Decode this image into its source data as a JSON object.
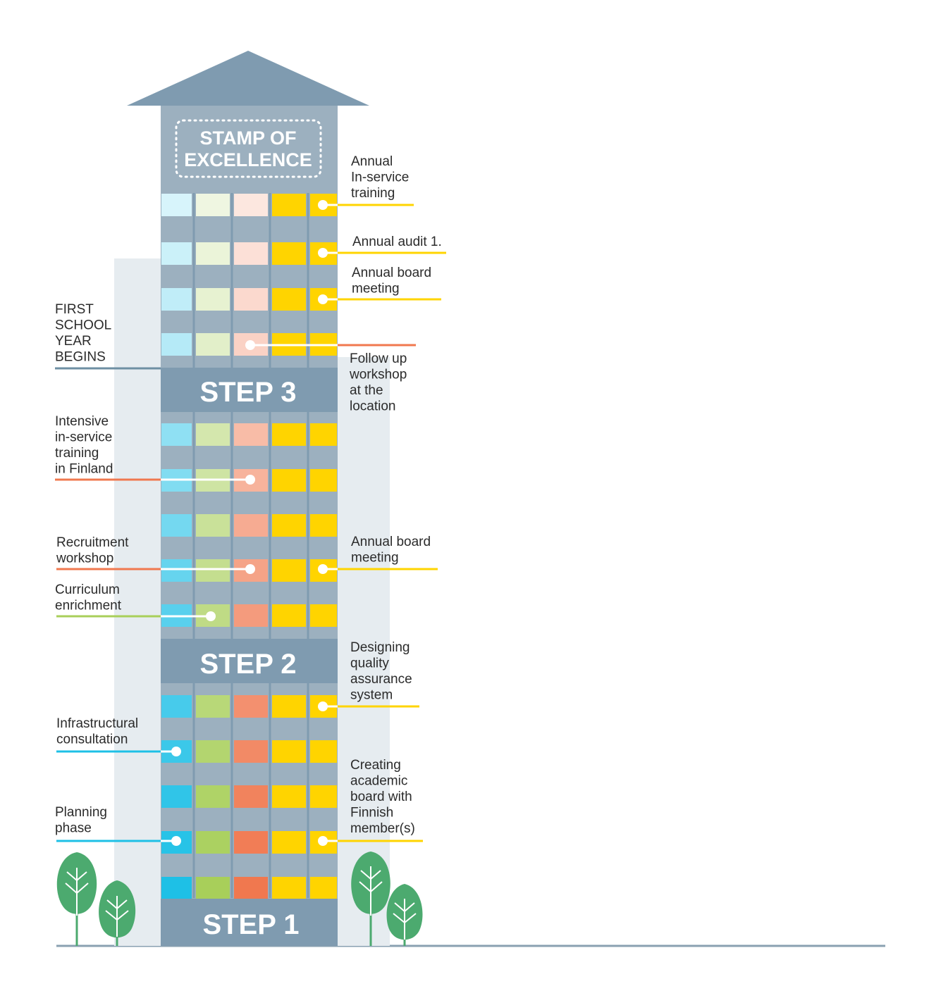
{
  "stamp": {
    "line1": "STAMP OF",
    "line2": "EXCELLENCE"
  },
  "steps": {
    "step1": "STEP 1",
    "step2": "STEP 2",
    "step3": "STEP 3"
  },
  "labels": {
    "annual_inservice": [
      "Annual",
      "In-service",
      "training"
    ],
    "annual_audit": [
      "Annual audit 1."
    ],
    "annual_board_top": [
      "Annual board",
      "meeting"
    ],
    "first_school_year": [
      "FIRST",
      "SCHOOL",
      "YEAR",
      "BEGINS"
    ],
    "follow_up": [
      "Follow up",
      "workshop",
      "at the",
      "location"
    ],
    "intensive": [
      "Intensive",
      "in-service",
      "training",
      "in Finland"
    ],
    "recruitment": [
      "Recruitment",
      "workshop"
    ],
    "annual_board_mid": [
      "Annual board",
      "meeting"
    ],
    "curriculum": [
      "Curriculum",
      "enrichment"
    ],
    "designing": [
      "Designing",
      "quality",
      "assurance",
      "system"
    ],
    "infrastructural": [
      "Infrastructural",
      "consultation"
    ],
    "creating": [
      "Creating",
      "academic",
      "board with",
      "Finnish",
      "member(s)"
    ],
    "planning": [
      "Planning",
      "phase"
    ]
  },
  "colors": {
    "tower": "#7f9bb0",
    "tower_light": "#9cb0bf",
    "side_building": "#e6ecf0",
    "ground": "#8aa0b1",
    "blue": "#1ec0e6",
    "green": "#a8cf5a",
    "orange": "#f0784f",
    "yellow": "#ffd400",
    "teal_line": "#6e8fa3",
    "tree": "#4caa6f"
  }
}
